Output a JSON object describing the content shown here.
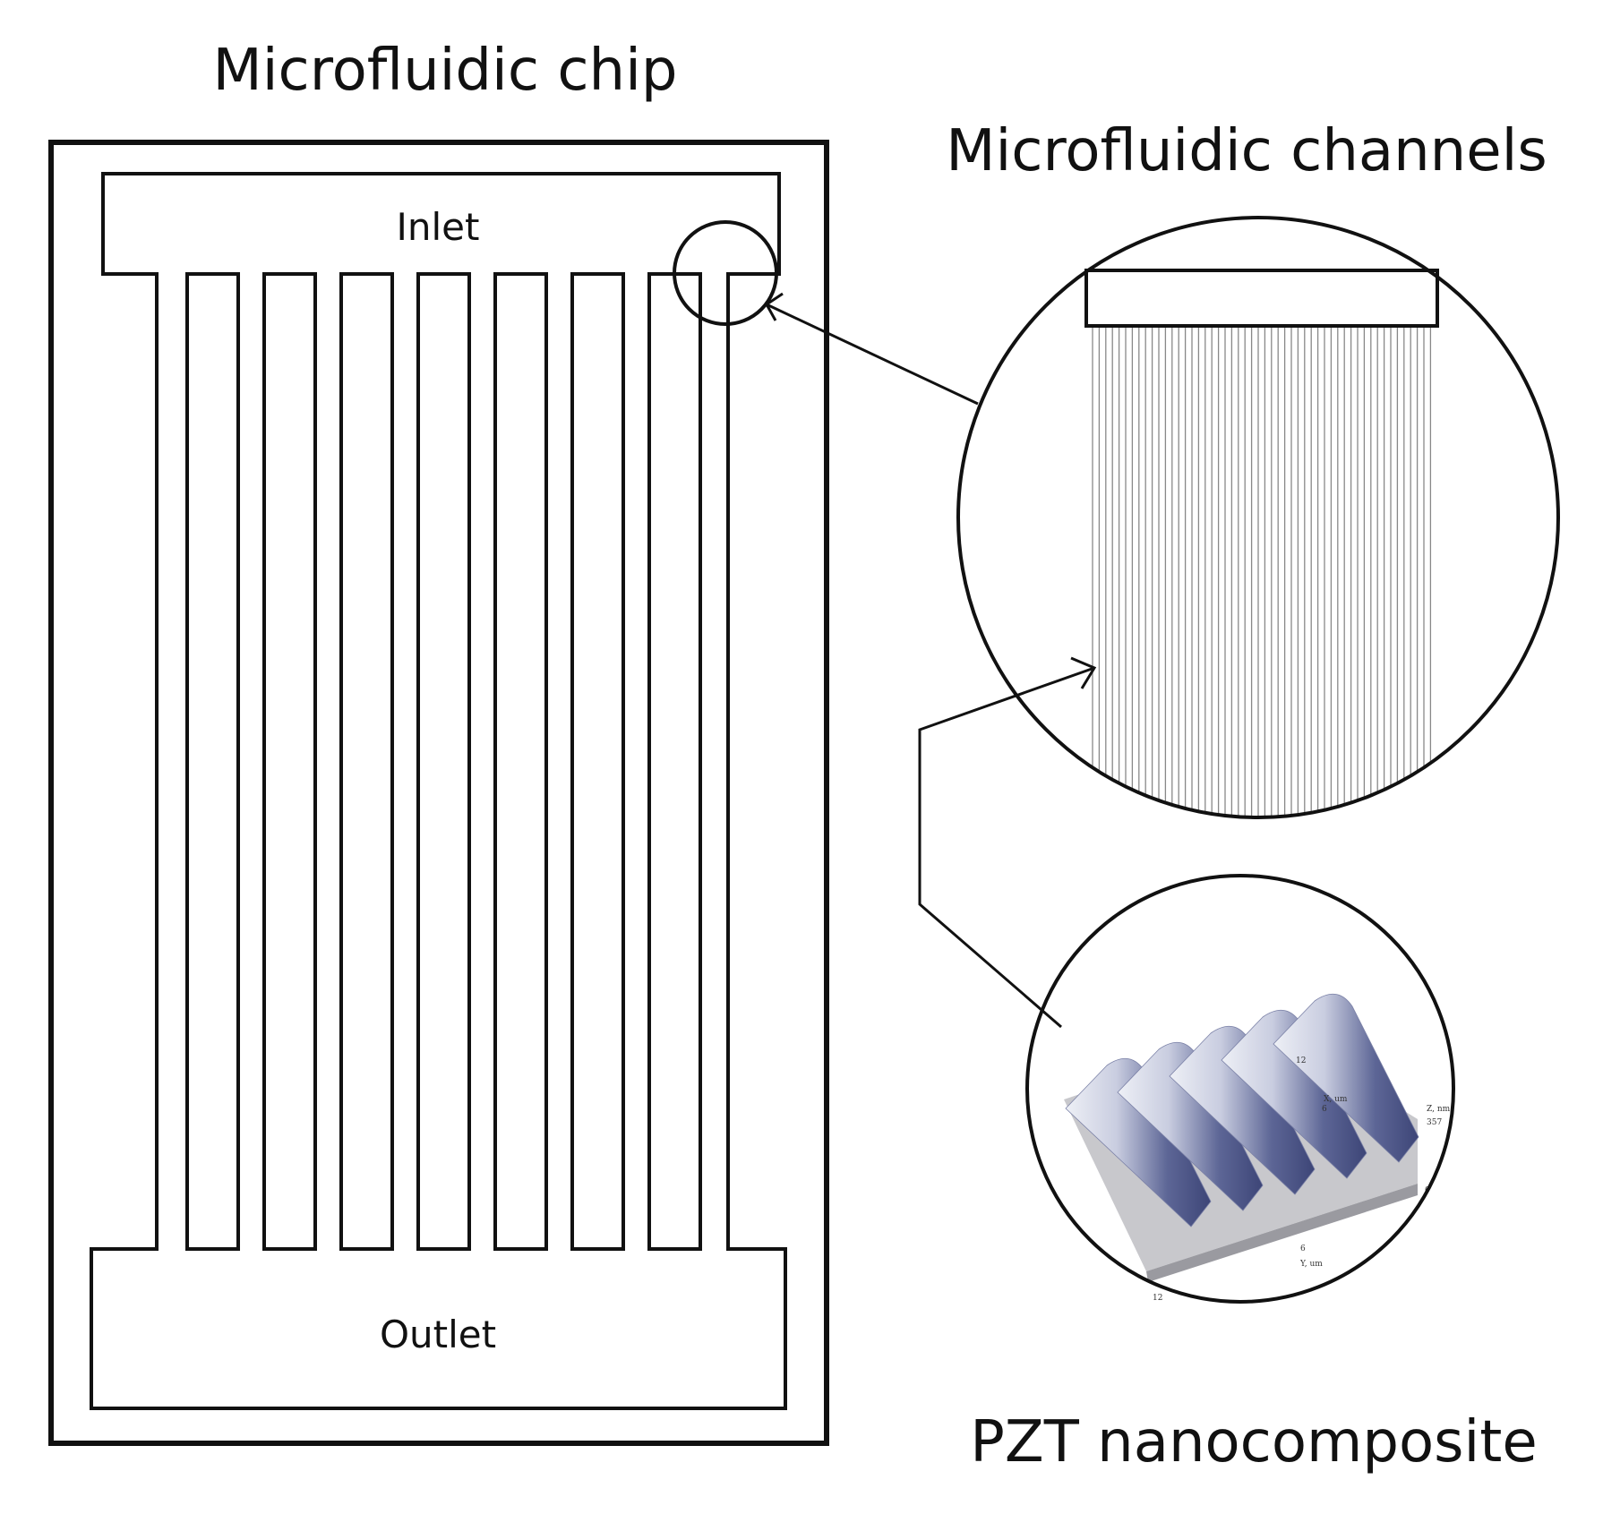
{
  "labels": {
    "chip_title": "Microfluidic chip",
    "channels_title": "Microfluidic channels",
    "nano_title": "PZT nanocomposite",
    "inlet": "Inlet",
    "outlet": "Outlet"
  },
  "afm_axes": {
    "x_label": "X, um",
    "x_tick": "6",
    "x_end": "12",
    "y_label": "Y, um",
    "y_tick": "6",
    "y_end": "12",
    "z_label": "Z, nm",
    "z_max": "357",
    "z_min": "0"
  },
  "colors": {
    "line": "#111111",
    "afm_ridge_dark": "#3d4577",
    "afm_ridge_light": "#eef0f6",
    "afm_base": "#c8c8cc"
  }
}
